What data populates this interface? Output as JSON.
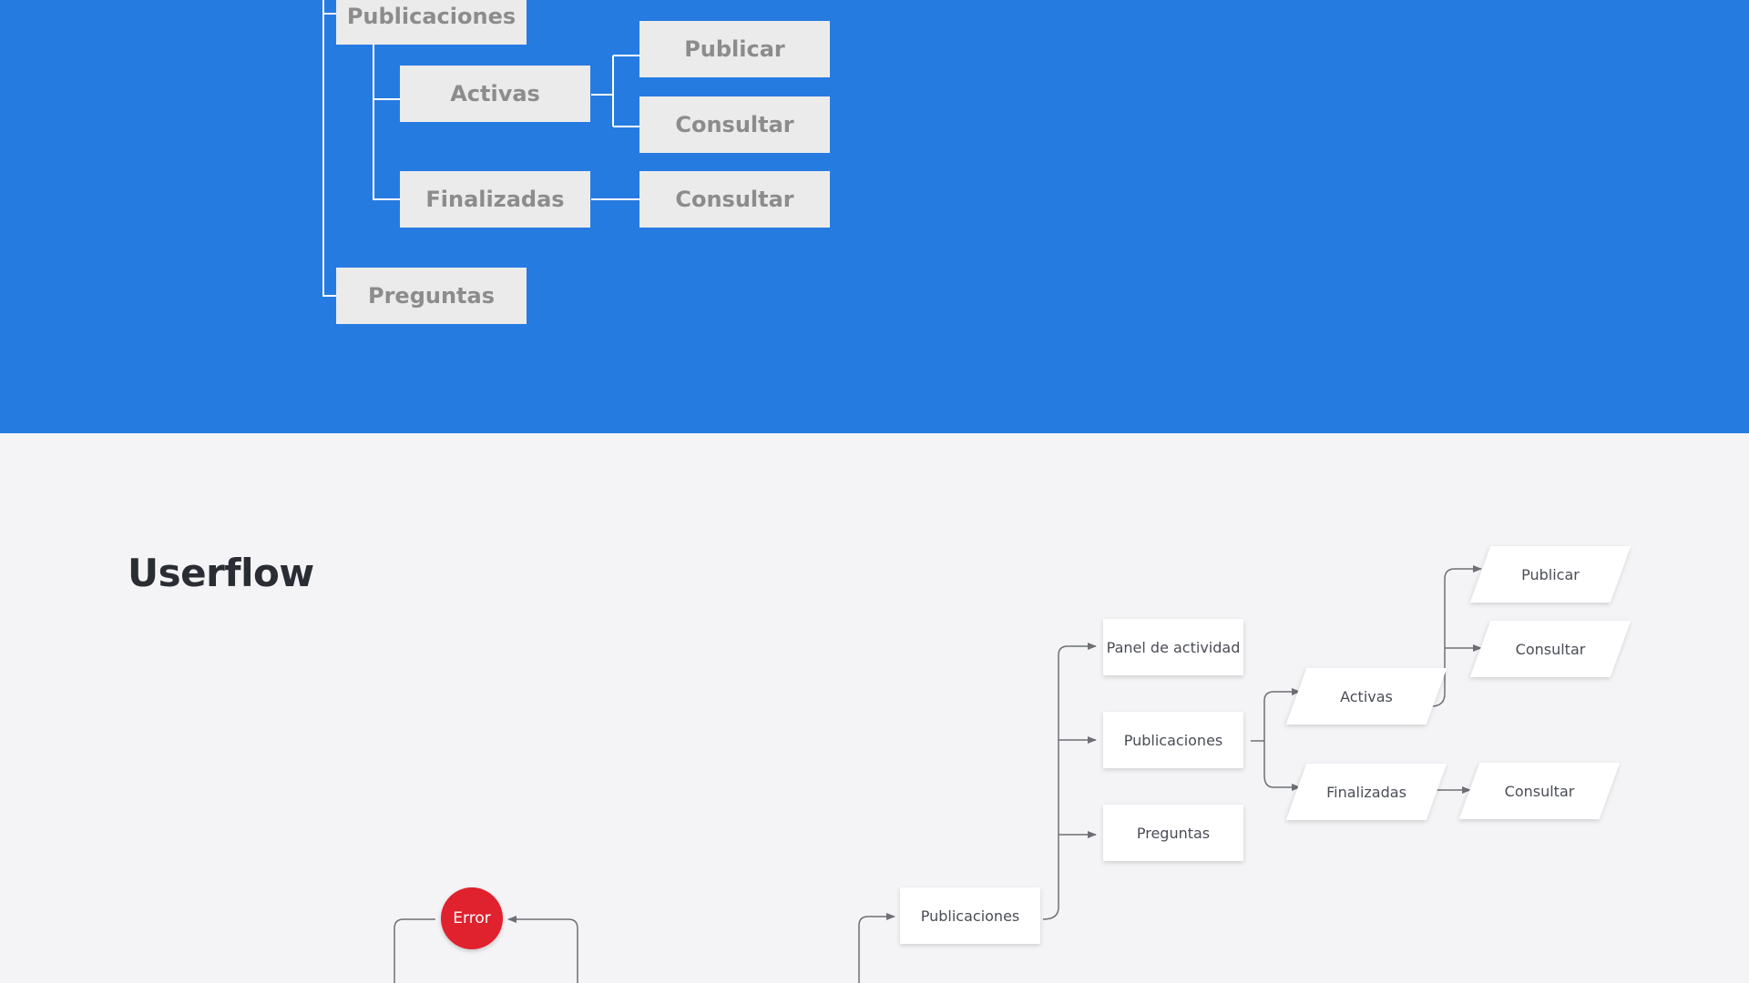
{
  "sitemap": {
    "publicaciones": "Publicaciones",
    "activas": "Activas",
    "publicar": "Publicar",
    "consultar_activas": "Consultar",
    "finalizadas": "Finalizadas",
    "consultar_finalizadas": "Consultar",
    "preguntas": "Preguntas"
  },
  "userflow": {
    "title": "Userflow",
    "error": "Error",
    "publicaciones_entry": "Publicaciones",
    "panel_de_actividad": "Panel de actividad",
    "publicaciones": "Publicaciones",
    "preguntas": "Preguntas",
    "activas": "Activas",
    "finalizadas": "Finalizadas",
    "publicar": "Publicar",
    "consultar_activas": "Consultar",
    "consultar_finalizadas": "Consultar"
  },
  "colors": {
    "sitemap_background": "#267be1",
    "node_fill": "#ebebeb",
    "error": "#e0212e",
    "page_background": "#f4f4f6"
  }
}
